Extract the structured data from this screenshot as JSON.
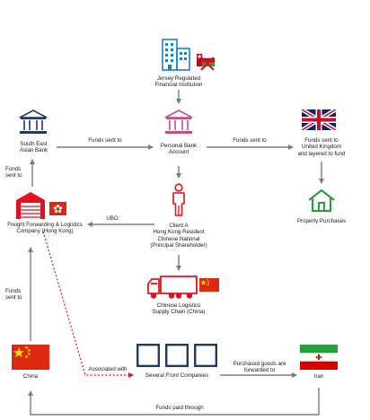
{
  "labels": {
    "jersey": [
      "Jersey Regulated",
      "Financial Institution"
    ],
    "sea_bank": [
      "South East",
      "Asian Bank"
    ],
    "personal_bank": [
      "Personal Bank",
      "Account"
    ],
    "uk": [
      "Funds sent to",
      "United Kingdom",
      "and layered to fund"
    ],
    "property": "Property Purchases",
    "freight": [
      "Freight Forwarding & Logistics",
      "Company (Hong Kong)"
    ],
    "client": [
      "Client A",
      "Hong Kong Resident",
      "Chinese National",
      "(Principal Shareholder)"
    ],
    "logistics": [
      "Chinese Logistics",
      "Supply Chain (China)"
    ],
    "china": "China",
    "front": "Several Front Companies",
    "iran": "Iran"
  },
  "edges": {
    "sea_to_personal": "Funds sent to",
    "personal_to_uk": "Funds sent to",
    "freight_to_sea": [
      "Funds",
      "sent to"
    ],
    "client_to_freight": "UBO",
    "china_to_freight": [
      "Funds",
      "sent to"
    ],
    "associated": "Associated with",
    "front_to_iran": [
      "Purchased goods are",
      "forwarded to"
    ],
    "iran_to_china": "Funds paid through"
  },
  "colors": {
    "blue": "#1f7ec0",
    "navy": "#1f3b63",
    "pink": "#c0508a",
    "red": "#e5101b",
    "green": "#2e9b3f",
    "arrow": "#7d7d7d",
    "dotted": "#e5101b",
    "union_jack_blue": "#012169",
    "china_star": "#ffde00",
    "iran_green": "#239f40",
    "oman_red": "#d4001a"
  },
  "icons": [
    "office-tower-icon",
    "oman-flag-icon",
    "cross-icon",
    "bank-icon",
    "uk-flag-icon",
    "house-icon",
    "person-icon",
    "warehouse-icon",
    "hong-kong-flag-icon",
    "truck-icon",
    "china-flag-icon",
    "front-company-box-icon",
    "iran-flag-icon"
  ]
}
